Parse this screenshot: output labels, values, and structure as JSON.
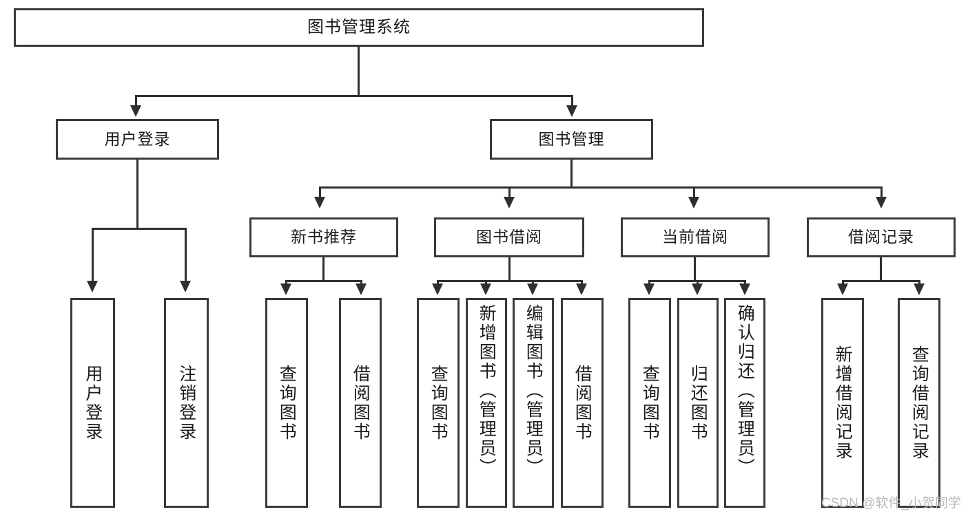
{
  "diagram": {
    "type": "tree-hierarchy-diagram",
    "title": "图书管理系统",
    "orientation": "top-down",
    "levels": 4,
    "colors": {
      "box_border": "#3a3a3a",
      "connector": "#2f2f2f",
      "background": "#ffffff",
      "text": "#1a1a1a",
      "watermark": "#b9b9b9"
    }
  },
  "root": {
    "label": "图书管理系统"
  },
  "level2": [
    {
      "label": "用户登录"
    },
    {
      "label": "图书管理"
    }
  ],
  "level3": [
    {
      "label": "新书推荐"
    },
    {
      "label": "图书借阅"
    },
    {
      "label": "当前借阅"
    },
    {
      "label": "借阅记录"
    }
  ],
  "leaves": {
    "user_login": [
      {
        "label": "用户登录"
      },
      {
        "label": "注销登录"
      }
    ],
    "new_book_recommend": [
      {
        "label": "查询图书"
      },
      {
        "label": "借阅图书"
      }
    ],
    "book_borrow": [
      {
        "label": "查询图书"
      },
      {
        "label": "新增图书（管理员）"
      },
      {
        "label": "编辑图书（管理员）"
      },
      {
        "label": "借阅图书"
      }
    ],
    "current_borrow": [
      {
        "label": "查询图书"
      },
      {
        "label": "归还图书"
      },
      {
        "label": "确认归还（管理员）"
      }
    ],
    "borrow_record": [
      {
        "label": "新增借阅记录"
      },
      {
        "label": "查询借阅记录"
      }
    ]
  },
  "watermark": {
    "text": "CSDN @软件_小贺同学"
  },
  "chart_data": {
    "type": "table",
    "title": "图书管理系统",
    "nodes": [
      {
        "id": "root",
        "label": "图书管理系统",
        "level": 1,
        "parent": null
      },
      {
        "id": "n2-1",
        "label": "用户登录",
        "level": 2,
        "parent": "root"
      },
      {
        "id": "n2-2",
        "label": "图书管理",
        "level": 2,
        "parent": "root"
      },
      {
        "id": "n3-1",
        "label": "用户登录",
        "level": 3,
        "parent": "n2-1"
      },
      {
        "id": "n3-2",
        "label": "注销登录",
        "level": 3,
        "parent": "n2-1"
      },
      {
        "id": "n3-3",
        "label": "新书推荐",
        "level": 3,
        "parent": "n2-2"
      },
      {
        "id": "n3-4",
        "label": "图书借阅",
        "level": 3,
        "parent": "n2-2"
      },
      {
        "id": "n3-5",
        "label": "当前借阅",
        "level": 3,
        "parent": "n2-2"
      },
      {
        "id": "n3-6",
        "label": "借阅记录",
        "level": 3,
        "parent": "n2-2"
      },
      {
        "id": "n4-1",
        "label": "查询图书",
        "level": 4,
        "parent": "n3-3"
      },
      {
        "id": "n4-2",
        "label": "借阅图书",
        "level": 4,
        "parent": "n3-3"
      },
      {
        "id": "n4-3",
        "label": "查询图书",
        "level": 4,
        "parent": "n3-4"
      },
      {
        "id": "n4-4",
        "label": "新增图书（管理员）",
        "level": 4,
        "parent": "n3-4"
      },
      {
        "id": "n4-5",
        "label": "编辑图书（管理员）",
        "level": 4,
        "parent": "n3-4"
      },
      {
        "id": "n4-6",
        "label": "借阅图书",
        "level": 4,
        "parent": "n3-4"
      },
      {
        "id": "n4-7",
        "label": "查询图书",
        "level": 4,
        "parent": "n3-5"
      },
      {
        "id": "n4-8",
        "label": "归还图书",
        "level": 4,
        "parent": "n3-5"
      },
      {
        "id": "n4-9",
        "label": "确认归还（管理员）",
        "level": 4,
        "parent": "n3-5"
      },
      {
        "id": "n4-10",
        "label": "新增借阅记录",
        "level": 4,
        "parent": "n3-6"
      },
      {
        "id": "n4-11",
        "label": "查询借阅记录",
        "level": 4,
        "parent": "n3-6"
      }
    ]
  }
}
